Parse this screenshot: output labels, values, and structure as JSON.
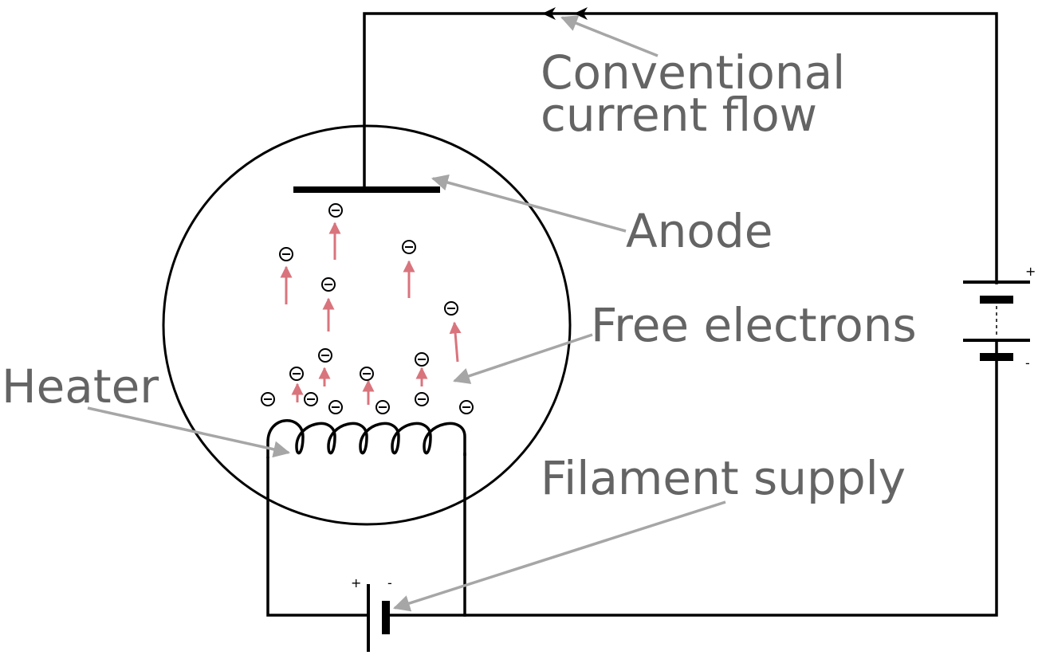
{
  "labels": {
    "conventional_line1": "Conventional",
    "conventional_line2": "current flow",
    "anode": "Anode",
    "free_electrons": "Free electrons",
    "heater": "Heater",
    "filament_supply": "Filament supply"
  },
  "polarity": {
    "anode_battery_plus": "+",
    "anode_battery_minus": "-",
    "filament_battery_plus": "+",
    "filament_battery_minus": "-"
  },
  "colors": {
    "label_text": "#646464",
    "leader_line": "#a6a6a6",
    "electron_arrow": "#d9747c",
    "wire": "#000000"
  }
}
